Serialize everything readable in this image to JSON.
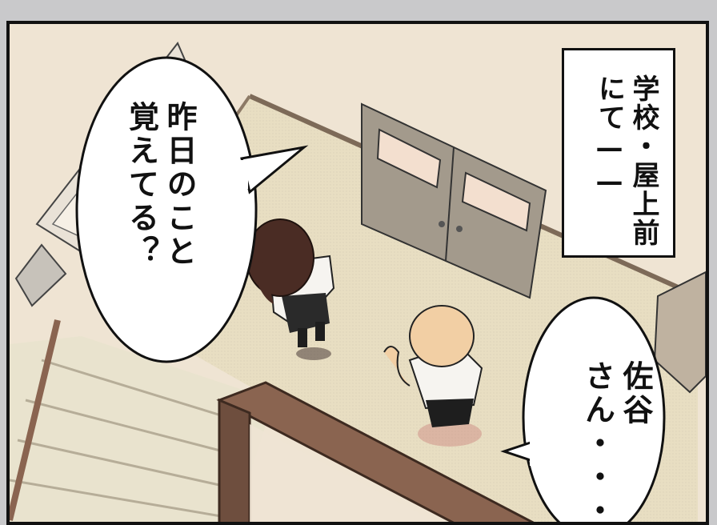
{
  "panel": {
    "caption": "学校・屋上前\nにて——",
    "caption_lines": [
      "学校・屋上前",
      "にて——"
    ],
    "left_bubble_lines": [
      "昨日のこと",
      "覚えてる？"
    ],
    "right_bubble_lines": [
      "佐谷",
      "さん・・・"
    ]
  },
  "colors": {
    "floor": "#e6dcc1",
    "wall": "#efe4d3",
    "door": "#a39a8c",
    "railing": "#8a6450",
    "ink": "#111111"
  }
}
